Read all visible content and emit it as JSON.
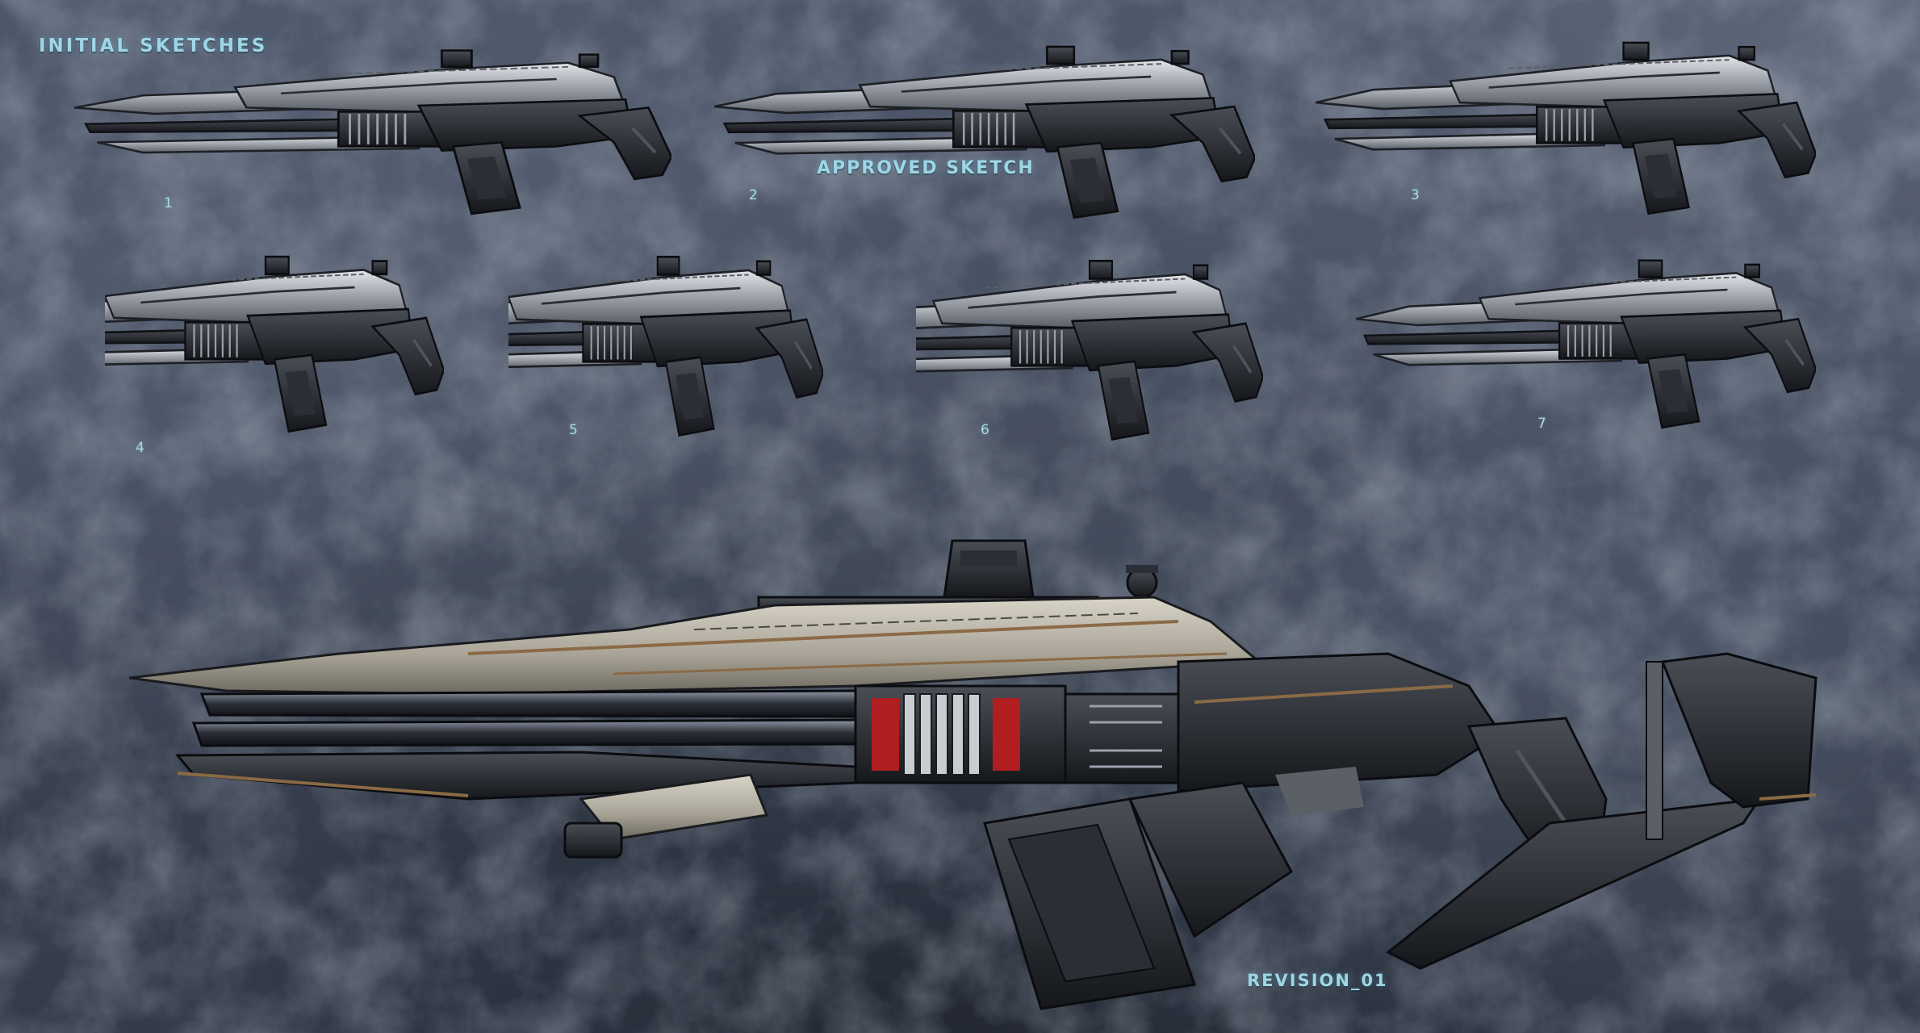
{
  "labels": {
    "title": "INITIAL SKETCHES",
    "approved": "APPROVED SKETCH",
    "revision": "REVISION_01"
  },
  "sketch_numbers": [
    "1",
    "2",
    "3",
    "4",
    "5",
    "6",
    "7"
  ],
  "colors": {
    "label_color": "#9fd6e6",
    "metal_light": "#c9ccd1",
    "metal_dark": "#1c1f25",
    "bronze_accent": "#8a6a46",
    "red_accent": "#b01e22"
  }
}
